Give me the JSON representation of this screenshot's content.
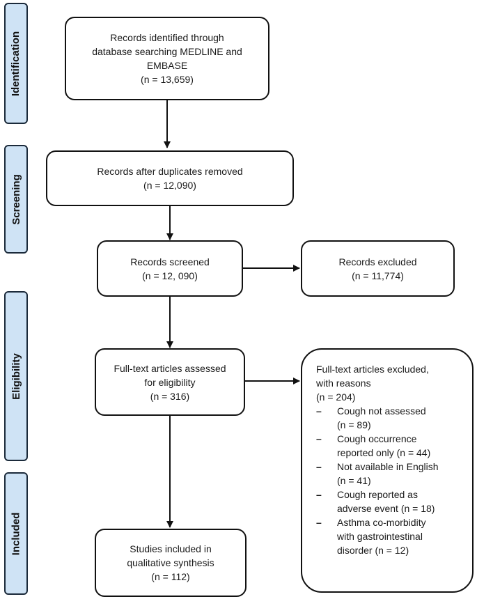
{
  "phases": {
    "identification": "Identification",
    "screening": "Screening",
    "eligibility": "Eligibility",
    "included": "Included"
  },
  "boxes": {
    "identified": [
      "Records identified through",
      "database searching MEDLINE and",
      "EMBASE",
      "(n = 13,659)"
    ],
    "after_duplicates": [
      "Records after duplicates removed",
      "(n = 12,090)"
    ],
    "screened": [
      "Records screened",
      "(n = 12, 090)"
    ],
    "excluded": [
      "Records excluded",
      "(n = 11,774)"
    ],
    "fulltext": [
      "Full-text articles assessed",
      "for eligibility",
      "(n = 316)"
    ],
    "included": [
      "Studies included in",
      "qualitative synthesis",
      "(n = 112)"
    ]
  },
  "fulltext_excluded": {
    "header": [
      "Full-text articles excluded,",
      "with reasons",
      "(n = 204)"
    ],
    "reasons": [
      [
        "Cough not assessed",
        "(n = 89)"
      ],
      [
        "Cough occurrence",
        "reported only (n = 44)"
      ],
      [
        "Not available in English",
        "(n = 41)"
      ],
      [
        "Cough reported as",
        "adverse event (n = 18)"
      ],
      [
        "Asthma co-morbidity",
        "with gastrointestinal",
        "disorder (n = 12)"
      ]
    ]
  }
}
